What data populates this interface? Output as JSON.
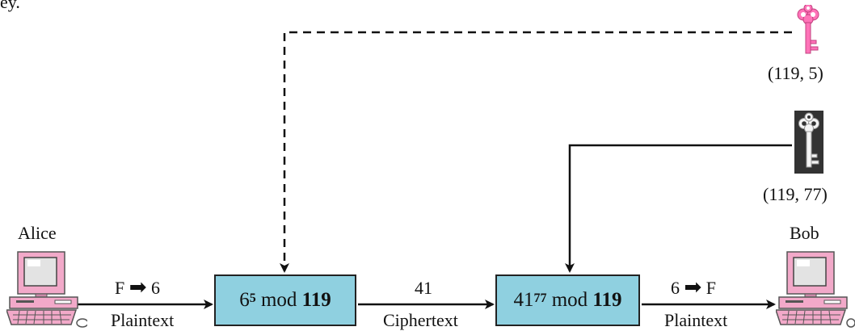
{
  "caption_fragment": "ey.",
  "alice": {
    "label": "Alice"
  },
  "bob": {
    "label": "Bob"
  },
  "public_key": {
    "label": "(119, 5)",
    "icon": "pink-key-icon",
    "color": "#ff73b8"
  },
  "private_key": {
    "label": "(119, 77)",
    "icon": "white-key-on-dark-icon",
    "color": "#333333"
  },
  "encrypt_box": {
    "base": "6",
    "exponent": "5",
    "mod_word": "mod",
    "modulus": "119",
    "color": "#8fd0e0"
  },
  "decrypt_box": {
    "base": "41",
    "exponent": "77",
    "mod_word": "mod",
    "modulus": "119",
    "color": "#8fd0e0"
  },
  "link_alice_to_encrypt": {
    "top": "F",
    "arrow_glyph": "➡",
    "top_value": "6",
    "bottom": "Plaintext"
  },
  "link_encrypt_to_decrypt": {
    "top": "41",
    "bottom": "Ciphertext"
  },
  "link_decrypt_to_bob": {
    "top": "6",
    "arrow_glyph": "➡",
    "top_value": "F",
    "bottom": "Plaintext"
  }
}
